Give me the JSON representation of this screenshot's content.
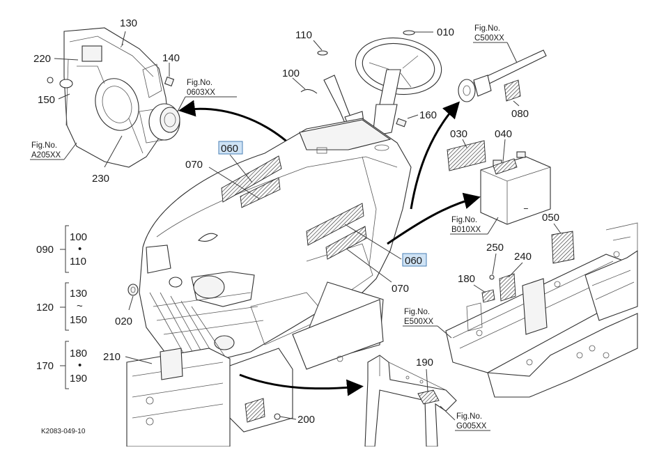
{
  "diagram": {
    "callouts": {
      "c010": "010",
      "c020": "020",
      "c030": "030",
      "c040": "040",
      "c050": "050",
      "c060a": "060",
      "c060b": "060",
      "c070a": "070",
      "c070b": "070",
      "c080": "080",
      "c090": "090",
      "c100a": "100",
      "c100b": "100",
      "c110a": "110",
      "c110b": "110",
      "c120": "120",
      "c130a": "130",
      "c130b": "130",
      "c140": "140",
      "c150a": "150",
      "c150b": "150",
      "c160": "160",
      "c170": "170",
      "c180a": "180",
      "c180b": "180",
      "c190a": "190",
      "c190b": "190",
      "c200": "200",
      "c210": "210",
      "c220": "220",
      "c230": "230",
      "c240": "240",
      "c250": "250"
    },
    "group_separators": {
      "dot": "•",
      "tilde": "~"
    },
    "figure_refs": [
      {
        "title": "Fig.No.",
        "code": "0603XX"
      },
      {
        "title": "Fig.No.",
        "code": "A205XX"
      },
      {
        "title": "Fig.No.",
        "code": "C500XX"
      },
      {
        "title": "Fig.No.",
        "code": "B010XX"
      },
      {
        "title": "Fig.No.",
        "code": "E500XX"
      },
      {
        "title": "Fig.No.",
        "code": "G005XX"
      }
    ],
    "drawing_number": "K2083-049-10",
    "colors": {
      "line": "#2e2e2e",
      "highlight_fill": "#cfe3f5",
      "highlight_border": "#4a7fb5"
    }
  }
}
